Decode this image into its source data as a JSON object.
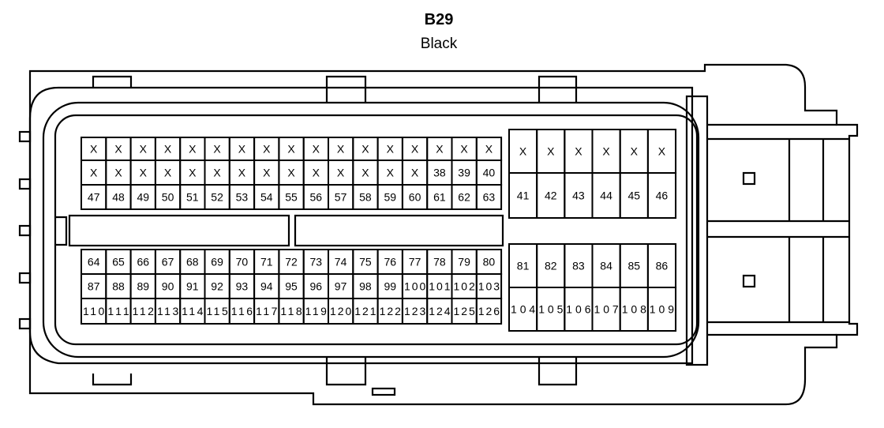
{
  "connector": {
    "name": "B29",
    "color": "Black"
  },
  "pins": {
    "upper_left": [
      [
        "X",
        "X",
        "X",
        "X",
        "X",
        "X",
        "X",
        "X",
        "X",
        "X",
        "X",
        "X",
        "X",
        "X",
        "X",
        "X",
        "X"
      ],
      [
        "X",
        "X",
        "X",
        "X",
        "X",
        "X",
        "X",
        "X",
        "X",
        "X",
        "X",
        "X",
        "X",
        "X",
        "38",
        "39",
        "40"
      ],
      [
        "47",
        "48",
        "49",
        "50",
        "51",
        "52",
        "53",
        "54",
        "55",
        "56",
        "57",
        "58",
        "59",
        "60",
        "61",
        "62",
        "63"
      ]
    ],
    "upper_right": [
      [
        "X",
        "X",
        "X",
        "X",
        "X",
        "X"
      ],
      [
        "41",
        "42",
        "43",
        "44",
        "45",
        "46"
      ]
    ],
    "lower_left": [
      [
        "64",
        "65",
        "66",
        "67",
        "68",
        "69",
        "70",
        "71",
        "72",
        "73",
        "74",
        "75",
        "76",
        "77",
        "78",
        "79",
        "80"
      ],
      [
        "87",
        "88",
        "89",
        "90",
        "91",
        "92",
        "93",
        "94",
        "95",
        "96",
        "97",
        "98",
        "99",
        "100",
        "101",
        "102",
        "103"
      ],
      [
        "110",
        "111",
        "112",
        "113",
        "114",
        "115",
        "116",
        "117",
        "118",
        "119",
        "120",
        "121",
        "122",
        "123",
        "124",
        "125",
        "126"
      ]
    ],
    "lower_right": [
      [
        "81",
        "82",
        "83",
        "84",
        "85",
        "86"
      ],
      [
        "104",
        "105",
        "106",
        "107",
        "108",
        "109"
      ]
    ]
  }
}
